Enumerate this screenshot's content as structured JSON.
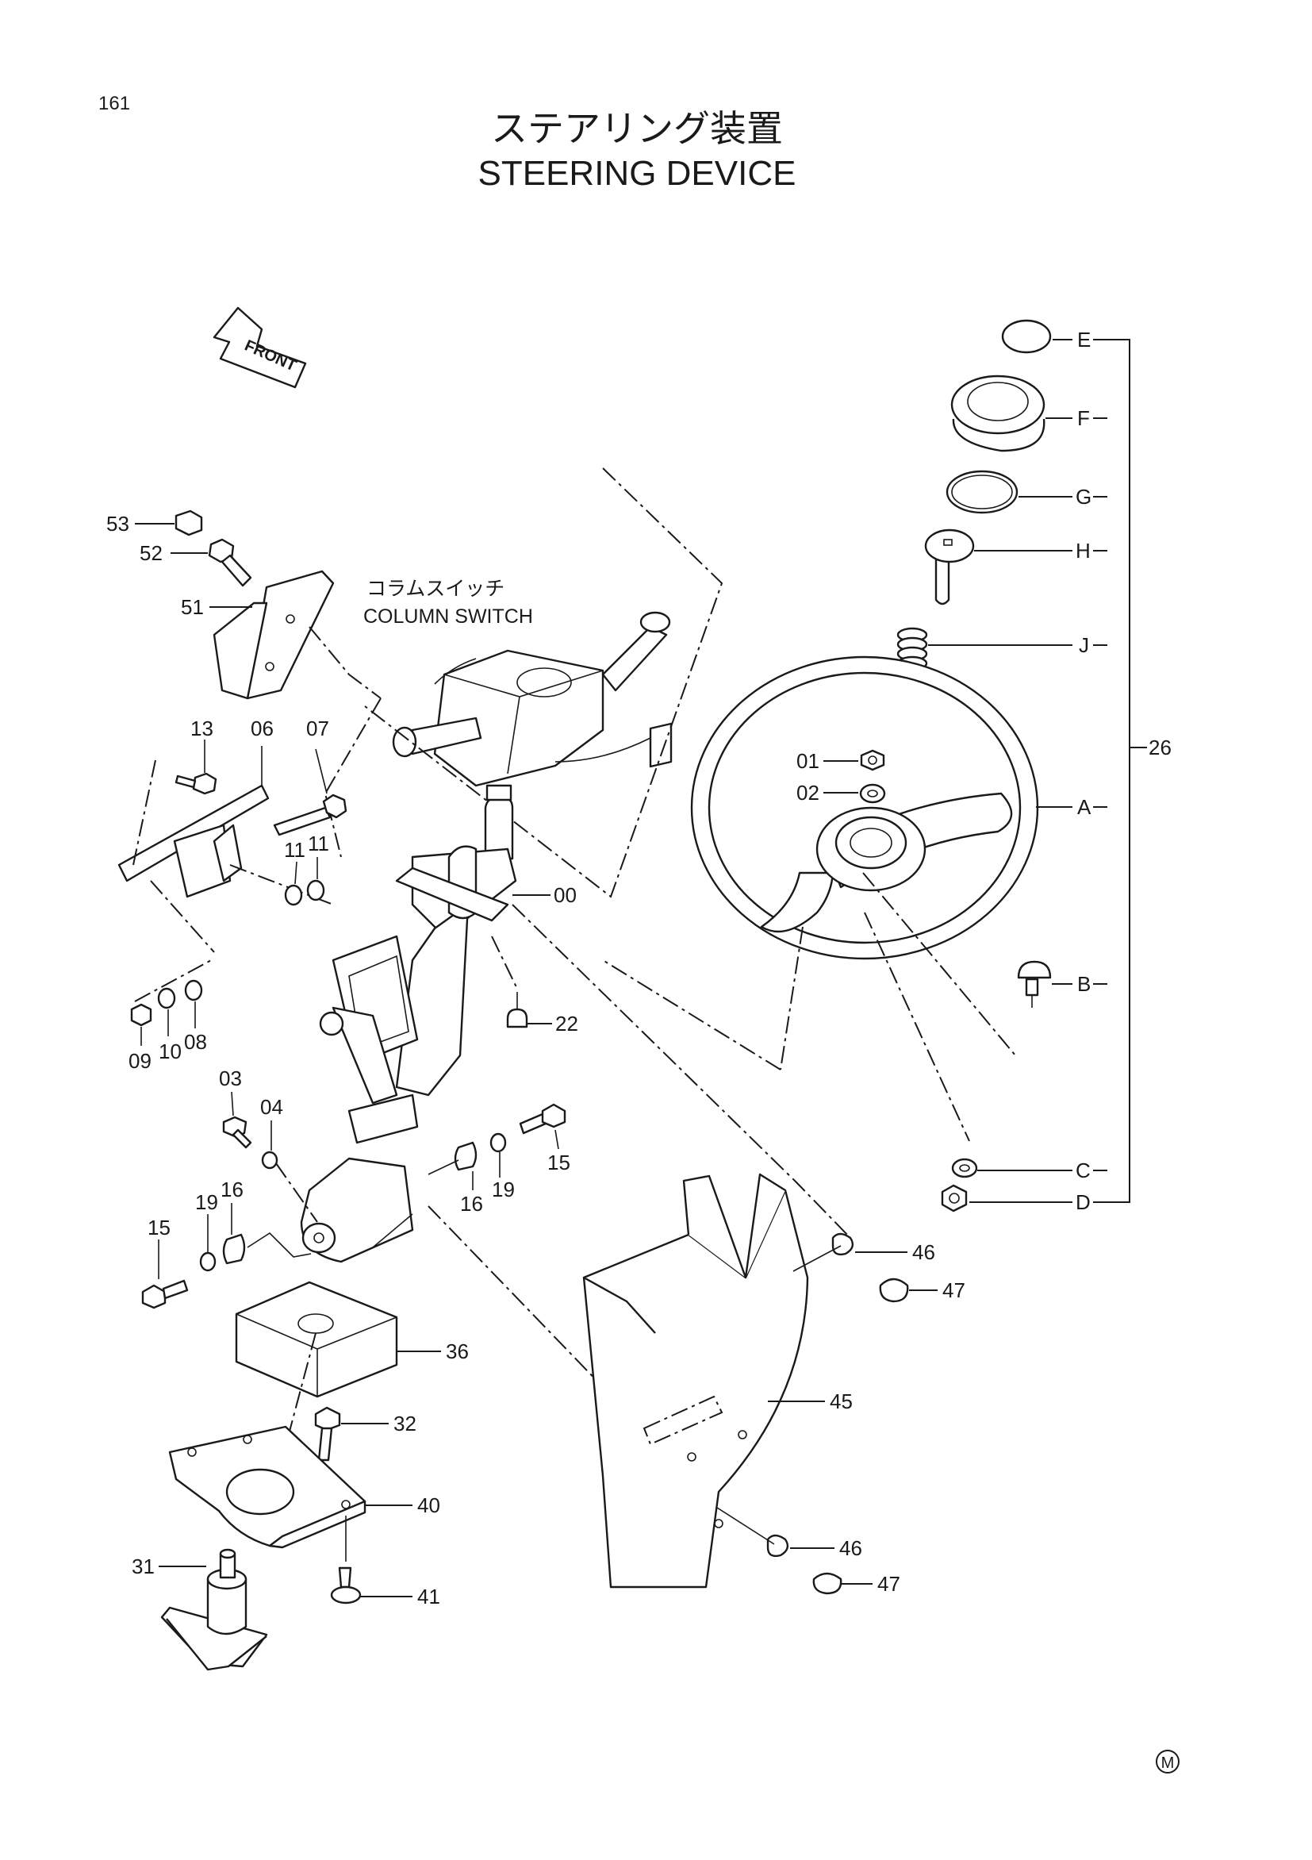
{
  "page_number": "161",
  "title_ja": "ステアリング装置",
  "title_en": "STEERING DEVICE",
  "front_label": "FRONT",
  "column_switch_ja": "コラムスイッチ",
  "column_switch_en": "COLUMN SWITCH",
  "mark": "M",
  "callouts": {
    "E": "E",
    "F": "F",
    "G": "G",
    "H": "H",
    "J": "J",
    "A": "A",
    "B": "B",
    "C": "C",
    "D": "D",
    "p26": "26",
    "p01": "01",
    "p02": "02",
    "p00": "00",
    "p22": "22",
    "p53": "53",
    "p52": "52",
    "p51": "51",
    "p13": "13",
    "p06": "06",
    "p07": "07",
    "p11a": "11",
    "p11b": "11",
    "p09": "09",
    "p10": "10",
    "p08": "08",
    "p03": "03",
    "p04": "04",
    "p15a": "15",
    "p19a": "19",
    "p16a": "16",
    "p16b": "16",
    "p19b": "19",
    "p15b": "15",
    "p36": "36",
    "p32": "32",
    "p40": "40",
    "p31": "31",
    "p41": "41",
    "p45": "45",
    "p46a": "46",
    "p47a": "47",
    "p46b": "46",
    "p47b": "47"
  }
}
